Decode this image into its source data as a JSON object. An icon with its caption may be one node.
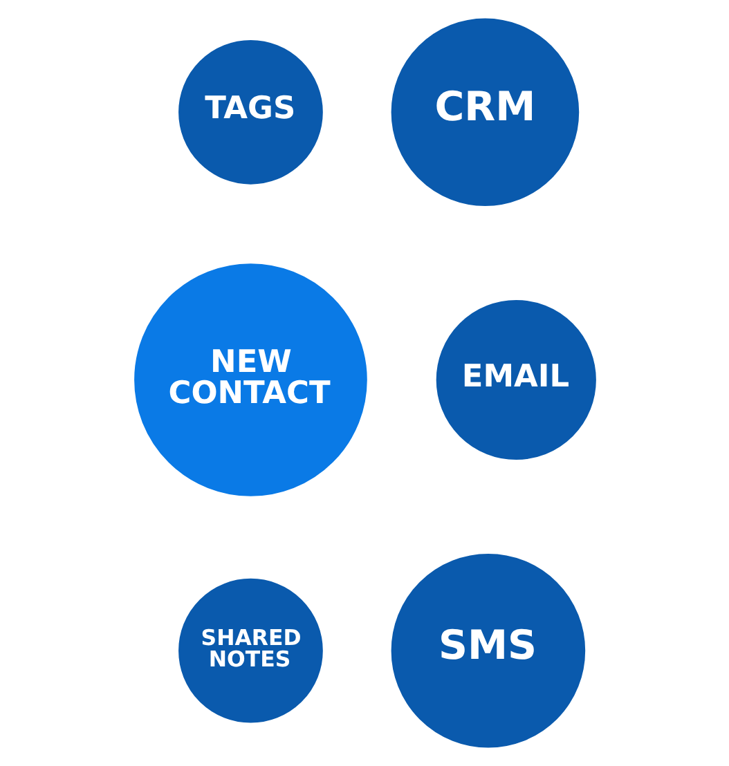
{
  "diagram": {
    "nodes": [
      {
        "text": [
          "TAGS"
        ]
      },
      {
        "text": [
          "CRM"
        ]
      },
      {
        "text": [
          "NEW CONTACT"
        ]
      },
      {
        "text": [
          "EMAIL"
        ]
      },
      {
        "text": [
          "SMS"
        ]
      },
      {
        "text": [
          "SHARED NOTES"
        ]
      }
    ]
  }
}
